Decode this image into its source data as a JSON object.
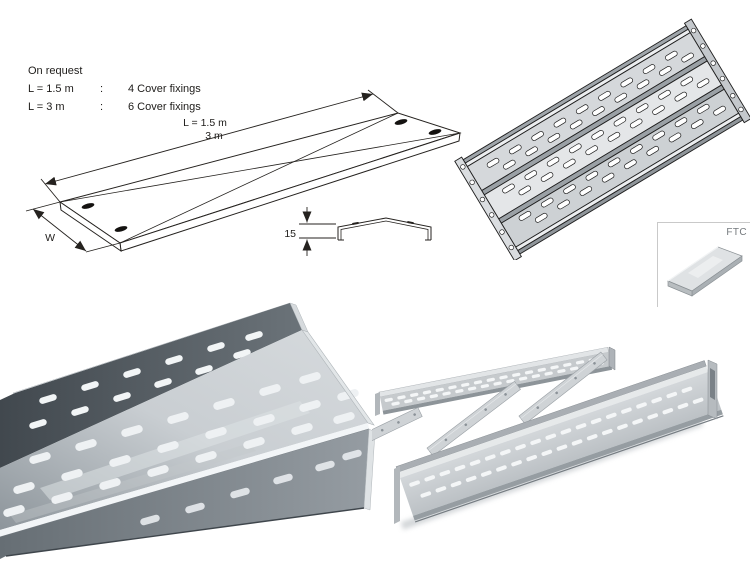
{
  "colors": {
    "line": "#25221f",
    "steel_light": "#d9dcde",
    "steel_mid": "#b9bfc3",
    "steel_dark": "#4d545a",
    "box_border": "#c9c9c9",
    "ftc_text": "#74797d",
    "background": "#ffffff"
  },
  "notes": {
    "title": "On request",
    "rows": [
      {
        "length": "L = 1.5 m",
        "colon": ":",
        "fixings": "4 Cover fixings"
      },
      {
        "length": "L = 3 m",
        "colon": ":",
        "fixings": "6 Cover fixings"
      }
    ]
  },
  "dimensions": {
    "length_line1": "L = 1.5 m",
    "length_line2": "3 m",
    "width": "W",
    "profile_height": "15"
  },
  "ftc_box": {
    "label": "FTC"
  }
}
